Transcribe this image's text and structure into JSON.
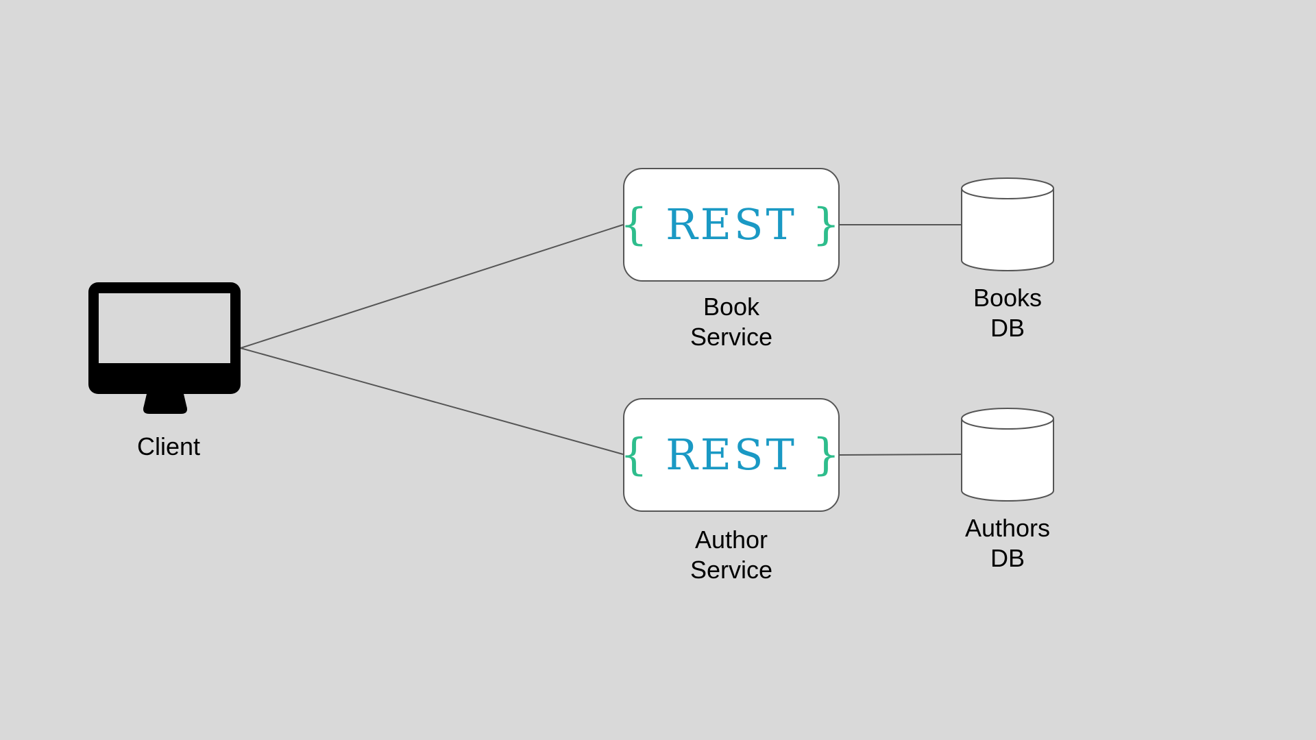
{
  "client": {
    "label": "Client",
    "icon": "monitor-icon"
  },
  "services": [
    {
      "id": "book-service",
      "logo": {
        "open": "{",
        "word": "REST",
        "close": "}"
      },
      "label_line1": "Book",
      "label_line2": "Service"
    },
    {
      "id": "author-service",
      "logo": {
        "open": "{",
        "word": "REST",
        "close": "}"
      },
      "label_line1": "Author",
      "label_line2": "Service"
    }
  ],
  "databases": [
    {
      "id": "books-db",
      "icon": "database-icon",
      "label_line1": "Books",
      "label_line2": "DB"
    },
    {
      "id": "authors-db",
      "icon": "database-icon",
      "label_line1": "Authors",
      "label_line2": "DB"
    }
  ],
  "colors": {
    "background": "#d9d9d9",
    "rest_brace": "#2ebd8c",
    "rest_word": "#1a99c4",
    "connector": "#555555"
  }
}
